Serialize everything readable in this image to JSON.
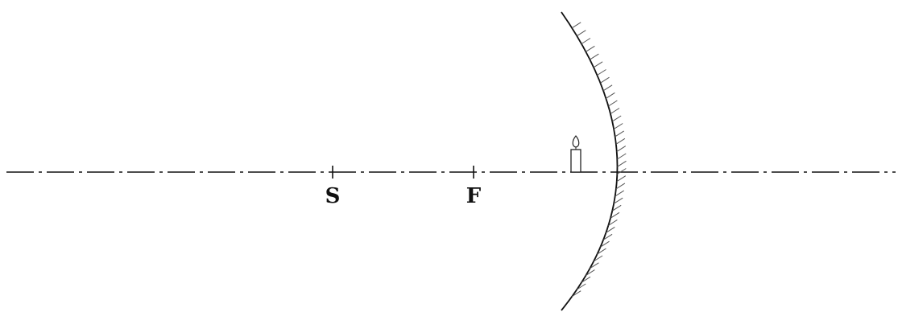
{
  "diagram": {
    "type": "concave-mirror-ray-setup",
    "points": [
      {
        "id": "S",
        "label": "S"
      },
      {
        "id": "F",
        "label": "F"
      }
    ],
    "object": {
      "name": "candle-icon"
    },
    "mirror": {
      "type": "concave"
    },
    "colors": {
      "ink": "#111111",
      "hatch": "#555555",
      "candle_fill": "#ffffff",
      "background": "#ffffff"
    }
  }
}
